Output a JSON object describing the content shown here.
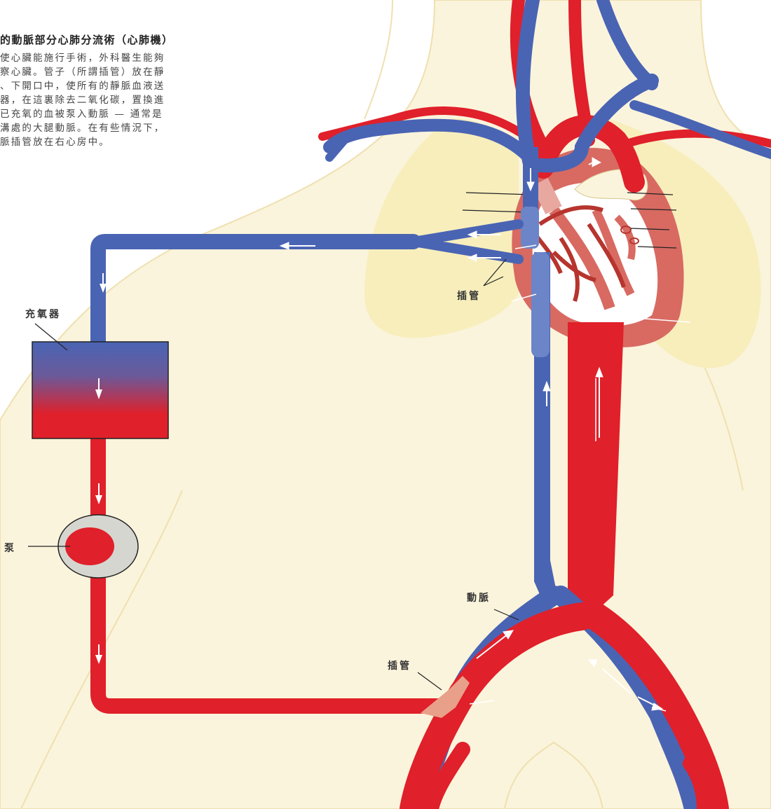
{
  "caption": {
    "title": "的動脈部分心肺分流術（心肺機）",
    "lines": [
      "使心臟能施行手術，外科醫生能夠",
      "察心臟。管子（所謂插管）放在靜",
      "、下開口中，使所有的靜脈血液送",
      "器，在這裏除去二氧化碳，置換進",
      "已充氧的血被泵入動脈 — 通常是",
      "溝處的大腿動脈。在有些情況下，",
      "脈插管放在右心房中。"
    ]
  },
  "labels": {
    "oxygenator": "充氧器",
    "pump": "泵",
    "cannula_top": "插管",
    "artery": "動脈",
    "cannula_bottom": "插管"
  },
  "colors": {
    "vein": "#4a64b4",
    "artery": "#e0202a",
    "body": "#fbf4dc",
    "lung": "#f7eebc",
    "heart_muscle": "#d86a62",
    "pump_ring": "#d6d6d0"
  }
}
